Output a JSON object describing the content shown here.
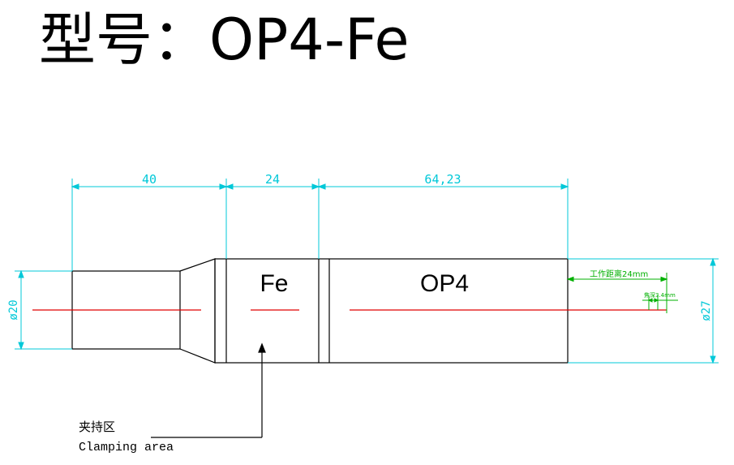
{
  "title": {
    "prefix": "型号：",
    "model": "OP4-Fe"
  },
  "dimensions": {
    "clamp_length": "40",
    "fe_length": "24",
    "op4_length": "64,23",
    "small_diameter": "ø20",
    "large_diameter": "ø27",
    "working_distance": "工作距离24mm",
    "focus_depth": "焦深3.4mm"
  },
  "parts": {
    "fe_label": "Fe",
    "op4_label": "OP4"
  },
  "note": {
    "cn": "夹持区",
    "en": "Clamping area"
  },
  "colors": {
    "dimension": "#00c8d8",
    "axis": "#e00000",
    "green": "#00b000",
    "outline": "#000000"
  }
}
